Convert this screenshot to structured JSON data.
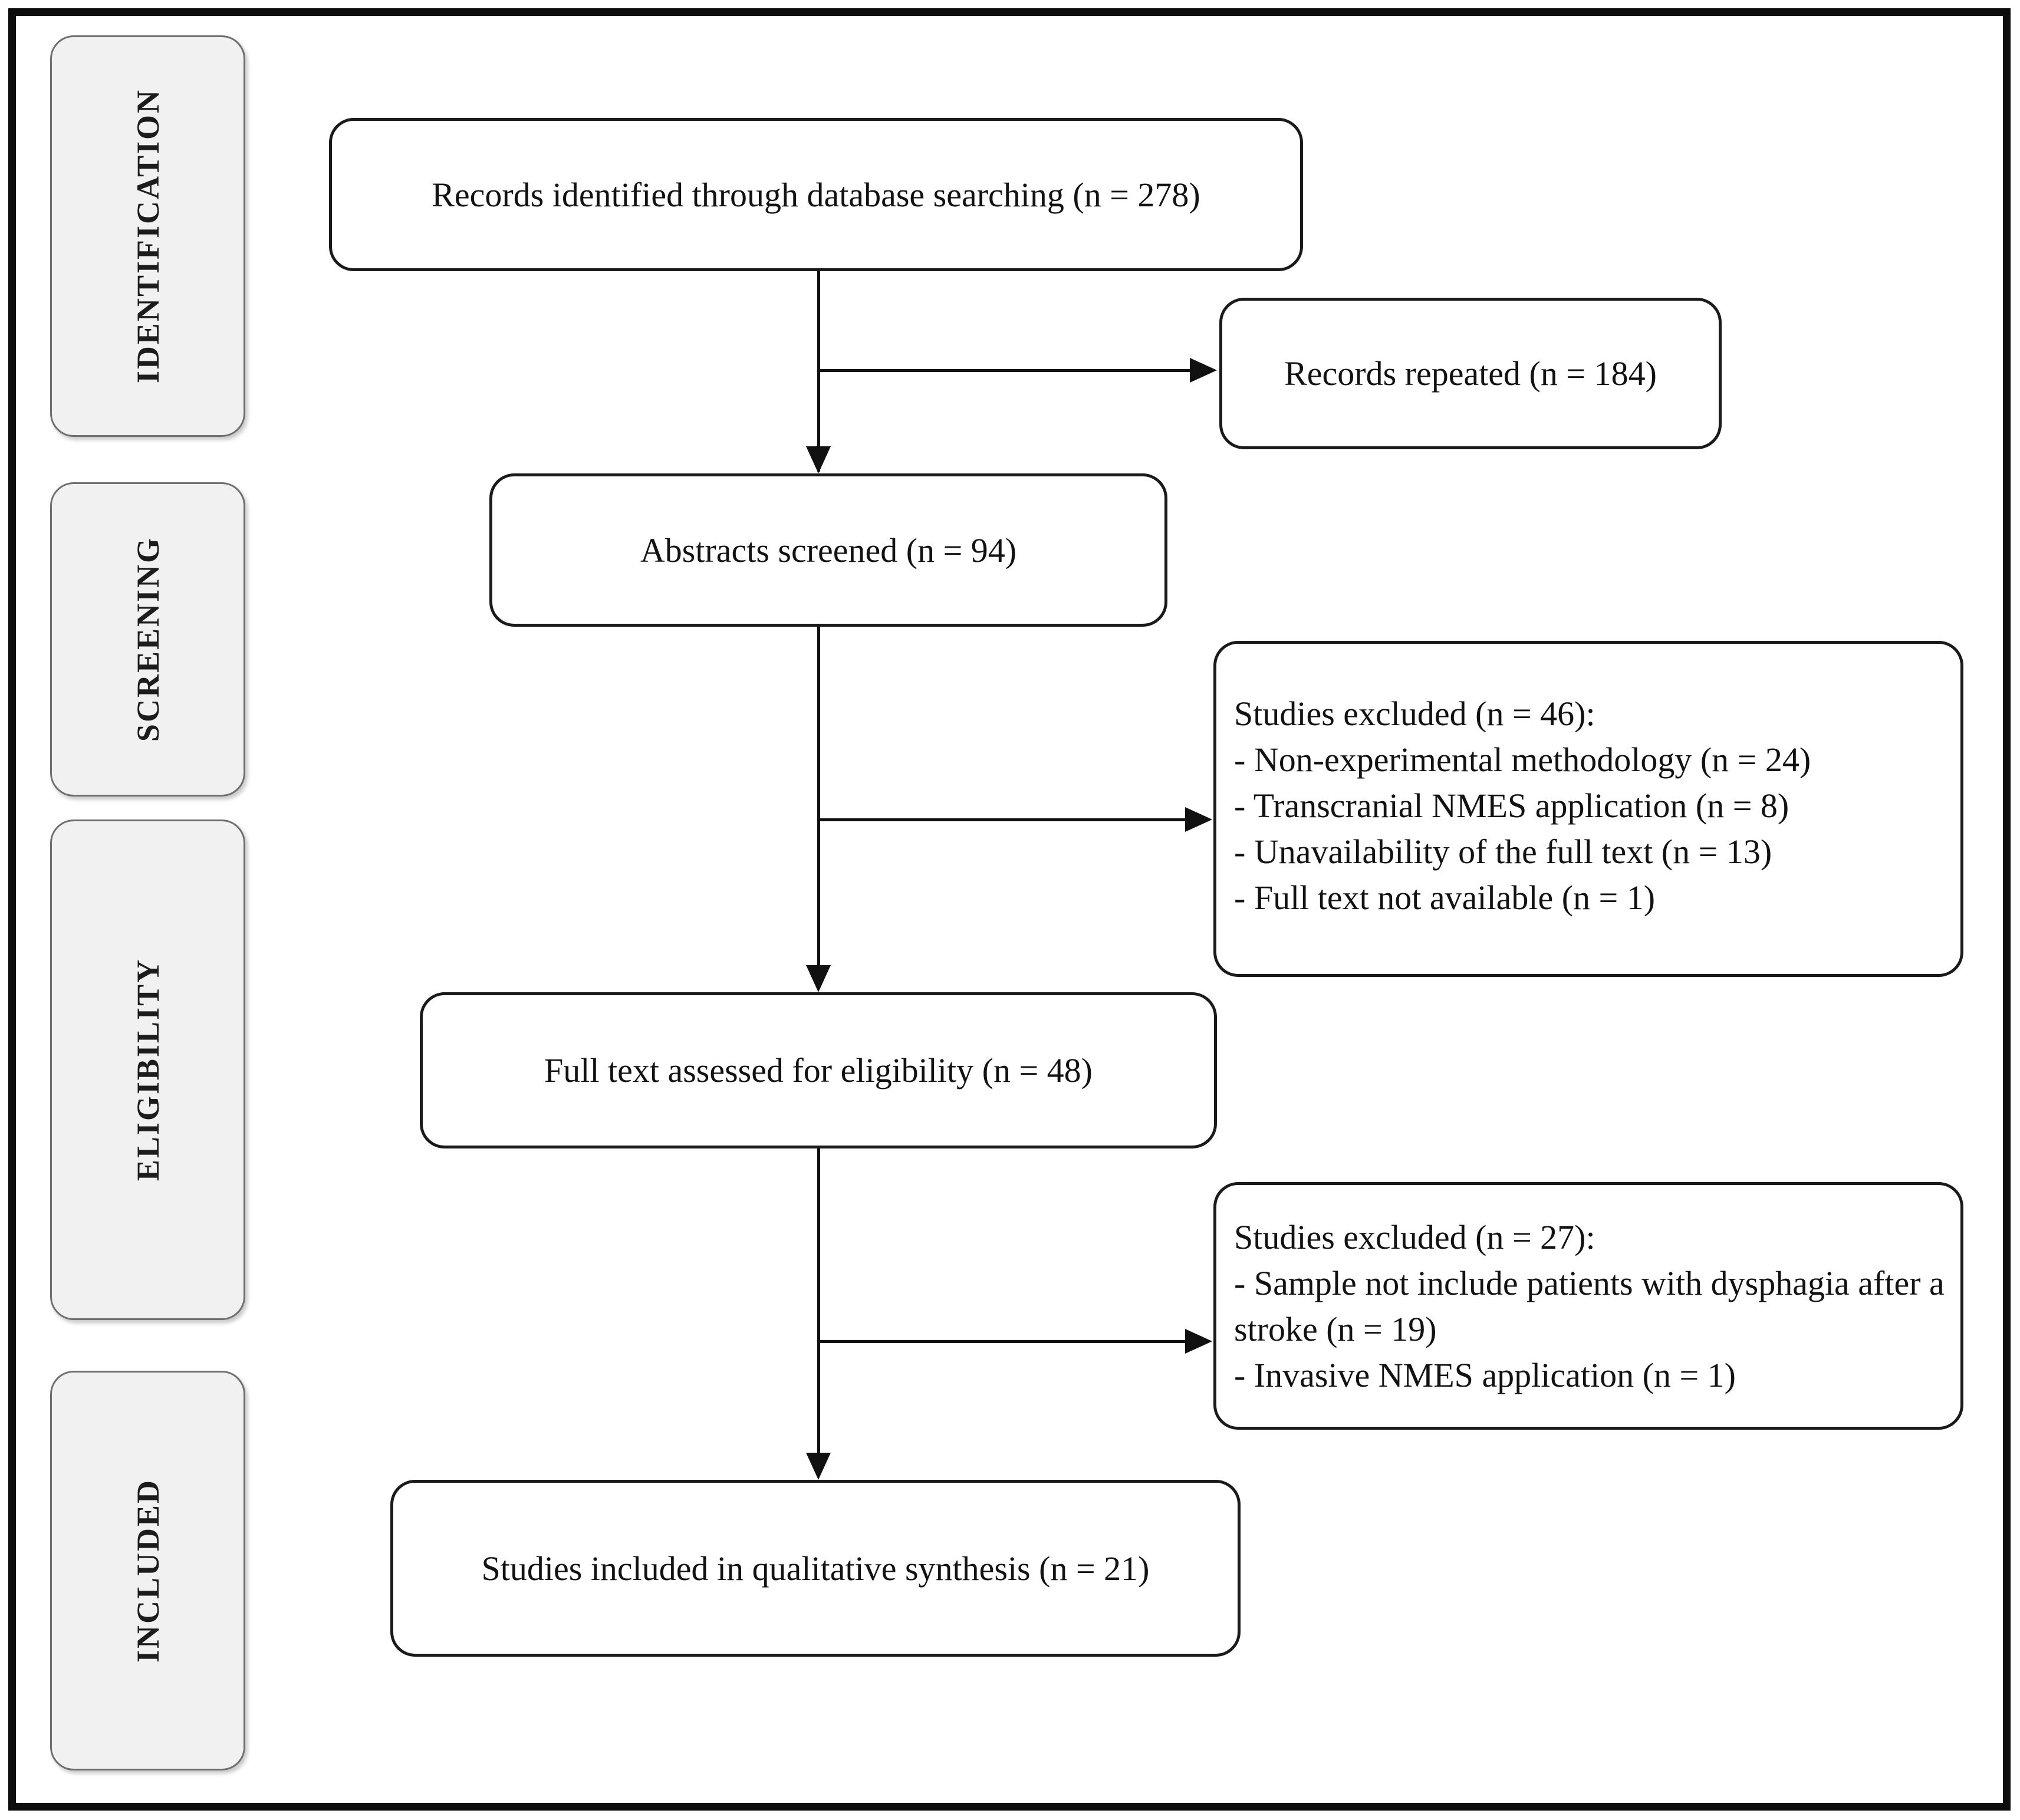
{
  "figure": {
    "type": "prisma-flow-diagram",
    "stages": [
      "IDENTIFICATION",
      "SCREENING",
      "ELIGIBILITY",
      "INCLUDED"
    ],
    "boxes": {
      "records_identified": {
        "text": "Records identified through database searching (n = 278)"
      },
      "records_repeated": {
        "text": "Records repeated (n = 184)"
      },
      "abstracts_screened": {
        "text": "Abstracts screened (n = 94)"
      },
      "excluded_screening": {
        "title": "Studies excluded (n = 46):",
        "items": [
          "- Non-experimental methodology (n = 24)",
          "- Transcranial NMES application (n = 8)",
          "- Unavailability of the full text (n = 13)",
          "- Full text not available (n = 1)"
        ]
      },
      "full_text_assessed": {
        "text": "Full text assessed for eligibility (n = 48)"
      },
      "excluded_eligibility": {
        "title": "Studies excluded (n = 27):",
        "items": [
          "- Sample not include patients with dysphagia after a stroke (n = 19)",
          "- Invasive NMES application (n = 1)"
        ]
      },
      "studies_included": {
        "text": "Studies included in qualitative synthesis (n = 21)"
      }
    },
    "counts": {
      "identified": 278,
      "repeated": 184,
      "abstracts_screened": 94,
      "excluded_screening": 46,
      "full_text_assessed": 48,
      "excluded_eligibility": 27,
      "included": 21
    },
    "colors": {
      "background": "#ffffff",
      "frame": "#0d0d0d",
      "box_border": "#1a1a1a",
      "stage_fill": "#f1f1f1",
      "stage_border": "#6f6f6f",
      "text": "#121212"
    }
  }
}
